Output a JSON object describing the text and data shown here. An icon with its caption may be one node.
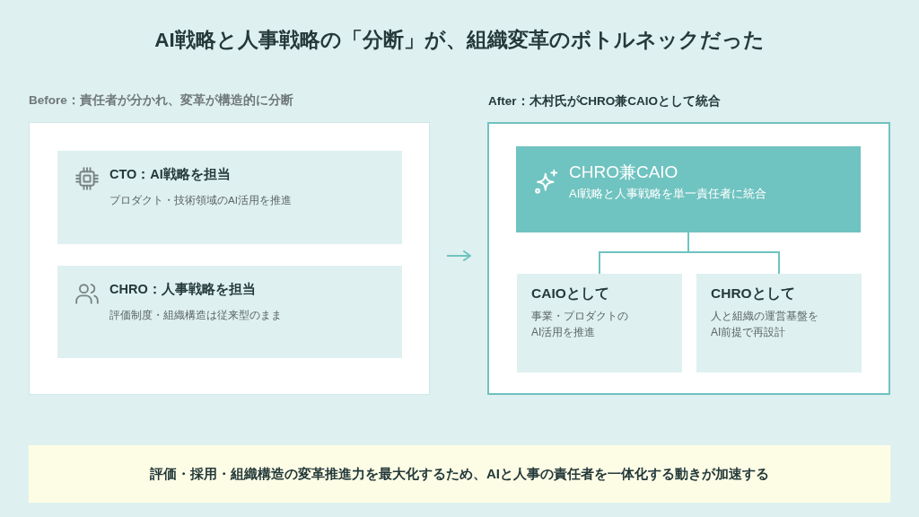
{
  "diagram": {
    "title": "AI戦略と人事戦略の「分断」が、組織変革のボトルネックだった",
    "nodes": [
      {
        "text": [
          "Before：責任者が分かれ、変革が構造的に分断"
        ]
      },
      {
        "text": [
          "CTO：AI戦略を担当",
          "プロダクト・技術領域のAI活用を推進"
        ],
        "in": 0
      },
      {
        "text": [
          "CHRO：人事戦略を担当",
          "評価制度・組織構造は従来型のまま"
        ],
        "in": 0
      },
      {
        "text": [
          "After：木村氏がCHRO兼CAIOとして統合"
        ]
      },
      {
        "text": [
          "CHRO兼CAIO",
          "AI戦略と人事戦略を単一責任者に統合"
        ],
        "in": 3
      },
      {
        "text": [
          "CAIOとして",
          "事業・プロダクトのAI活用を推進"
        ],
        "in": 3
      },
      {
        "text": [
          "CHROとして",
          "人と組織の運営基盤をAI前提で再設計"
        ],
        "in": 3
      },
      {
        "text": [
          "評価・採用・組織構造の変革推進力を最大化するため、AIと人事の責任者を一体化する動きが加速する"
        ]
      }
    ],
    "edges": [
      {
        "from": 0,
        "to": 3,
        "arrow": "to"
      },
      {
        "from": 4,
        "to": 5,
        "arrow": "none"
      },
      {
        "from": 4,
        "to": 6,
        "arrow": "none"
      }
    ]
  }
}
